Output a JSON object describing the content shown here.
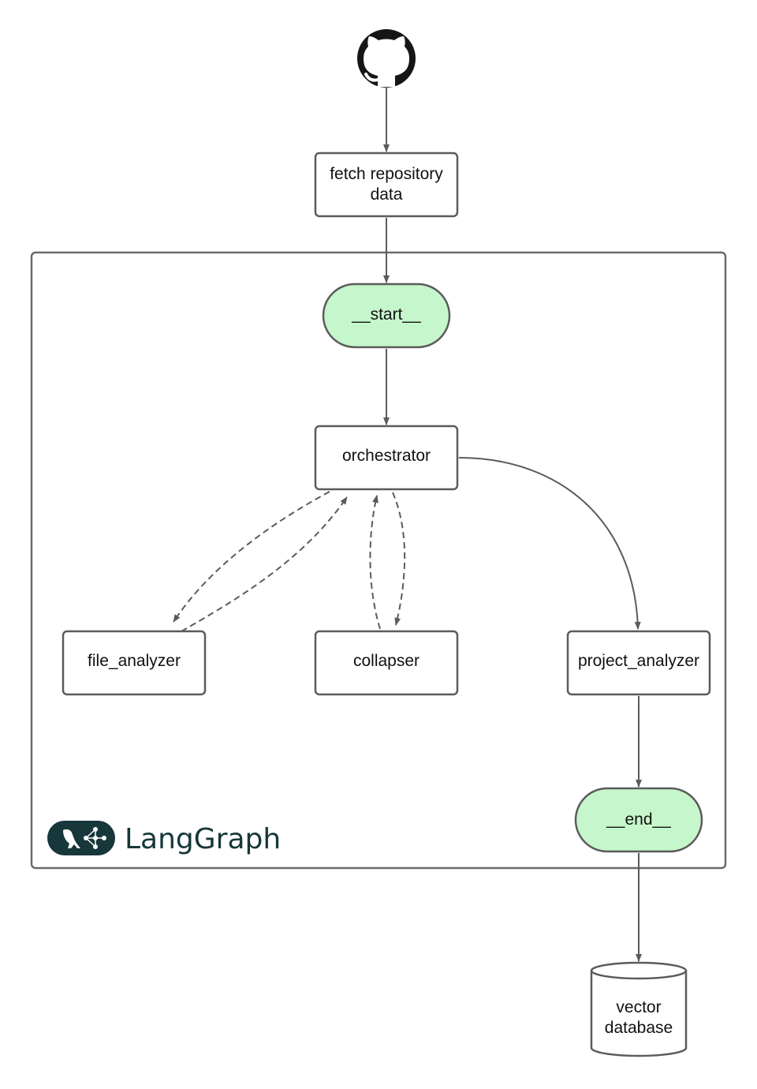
{
  "nodes": {
    "fetch": {
      "line1": "fetch repository",
      "line2": "data"
    },
    "start": {
      "label": "__start__"
    },
    "orchestrator": {
      "label": "orchestrator"
    },
    "file_analyzer": {
      "label": "file_analyzer"
    },
    "collapser": {
      "label": "collapser"
    },
    "project_analyzer": {
      "label": "project_analyzer"
    },
    "end": {
      "label": "__end__"
    },
    "vector_db": {
      "line1": "vector",
      "line2": "database"
    }
  },
  "brand": {
    "name": "LangGraph"
  },
  "colors": {
    "stroke": "#5b5b5b",
    "terminal_fill": "#c6f6cb",
    "brand": "#17373a",
    "github": "#161616"
  },
  "icons": {
    "source": "github-icon",
    "brand": "langgraph-logo-icon"
  }
}
